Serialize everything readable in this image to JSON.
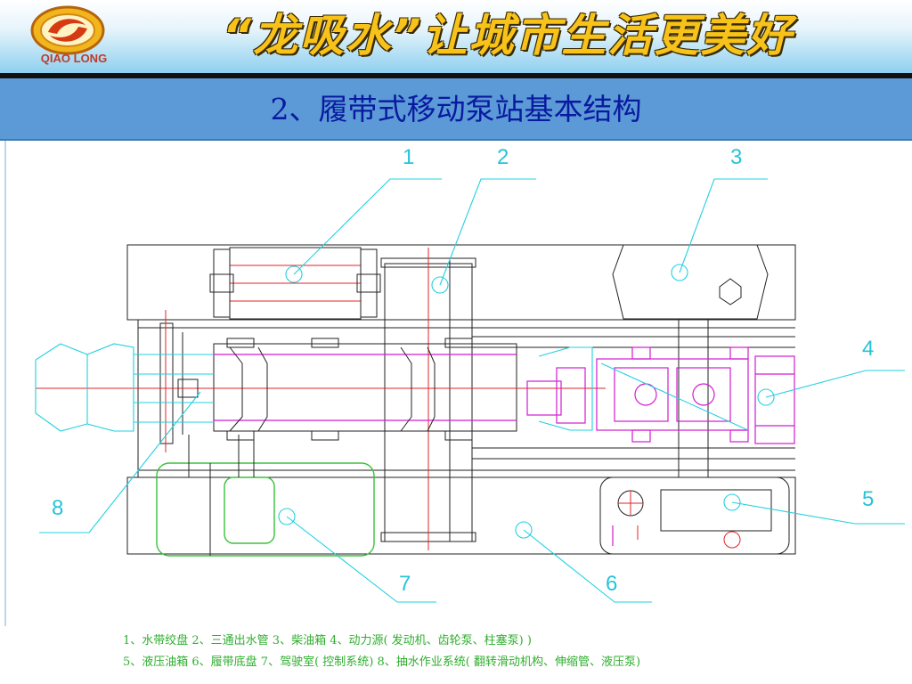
{
  "header": {
    "logo_text": "QIAO LONG",
    "slogan": "“龙吸水”让城市生活更美好"
  },
  "slide": {
    "title": "2、履带式移动泵站基本结构"
  },
  "callouts": [
    "1",
    "2",
    "3",
    "4",
    "5",
    "6",
    "7",
    "8"
  ],
  "legend": {
    "line1": "1、水带绞盘  2、三通出水管 3、柴油箱  4、动力源( 发动机、齿轮泵、柱塞泵) )",
    "line2": "5、液压油箱  6、履带底盘  7、驾驶室( 控制系统)  8、抽水作业系统( 翻转滑动机构、伸缩管、液压泵)"
  },
  "colors": {
    "callout": "#27c3d8",
    "legend": "#2fae2f",
    "title": "#0a1aa0",
    "titlebar": "#5b9ad6",
    "slogan": "#f7c21a"
  }
}
